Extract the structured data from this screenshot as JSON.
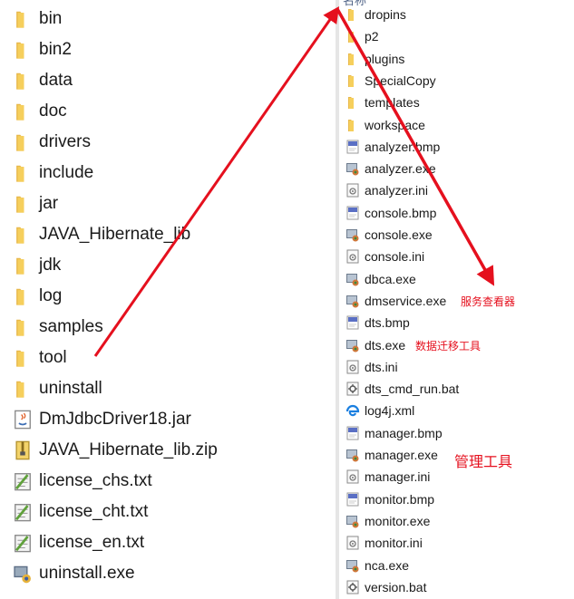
{
  "left_items": [
    {
      "label": "bin",
      "icon": "folder-icon"
    },
    {
      "label": "bin2",
      "icon": "folder-icon"
    },
    {
      "label": "data",
      "icon": "folder-icon"
    },
    {
      "label": "doc",
      "icon": "folder-icon"
    },
    {
      "label": "drivers",
      "icon": "folder-icon"
    },
    {
      "label": "include",
      "icon": "folder-icon"
    },
    {
      "label": "jar",
      "icon": "folder-icon"
    },
    {
      "label": "JAVA_Hibernate_lib",
      "icon": "folder-icon"
    },
    {
      "label": "jdk",
      "icon": "folder-icon"
    },
    {
      "label": "log",
      "icon": "folder-icon"
    },
    {
      "label": "samples",
      "icon": "folder-icon"
    },
    {
      "label": "tool",
      "icon": "folder-icon"
    },
    {
      "label": "uninstall",
      "icon": "folder-icon"
    },
    {
      "label": "DmJdbcDriver18.jar",
      "icon": "java-jar-icon"
    },
    {
      "label": "JAVA_Hibernate_lib.zip",
      "icon": "zip-archive-icon"
    },
    {
      "label": "license_chs.txt",
      "icon": "text-file-icon"
    },
    {
      "label": "license_cht.txt",
      "icon": "text-file-icon"
    },
    {
      "label": "license_en.txt",
      "icon": "text-file-icon"
    },
    {
      "label": "uninstall.exe",
      "icon": "installer-exe-icon"
    }
  ],
  "right_header": "名称",
  "right_items": [
    {
      "label": "dropins",
      "icon": "folder-icon"
    },
    {
      "label": "p2",
      "icon": "folder-icon"
    },
    {
      "label": "plugins",
      "icon": "folder-icon"
    },
    {
      "label": "SpecialCopy",
      "icon": "folder-icon"
    },
    {
      "label": "templates",
      "icon": "folder-icon"
    },
    {
      "label": "workspace",
      "icon": "folder-icon"
    },
    {
      "label": "analyzer.bmp",
      "icon": "bitmap-file-icon"
    },
    {
      "label": "analyzer.exe",
      "icon": "application-exe-icon"
    },
    {
      "label": "analyzer.ini",
      "icon": "config-ini-icon"
    },
    {
      "label": "console.bmp",
      "icon": "bitmap-file-icon"
    },
    {
      "label": "console.exe",
      "icon": "application-exe-icon"
    },
    {
      "label": "console.ini",
      "icon": "config-ini-icon"
    },
    {
      "label": "dbca.exe",
      "icon": "application-exe-icon"
    },
    {
      "label": "dmservice.exe",
      "icon": "application-exe-icon"
    },
    {
      "label": "dts.bmp",
      "icon": "bitmap-file-icon"
    },
    {
      "label": "dts.exe",
      "icon": "application-exe-icon"
    },
    {
      "label": "dts.ini",
      "icon": "config-ini-icon"
    },
    {
      "label": "dts_cmd_run.bat",
      "icon": "batch-file-icon"
    },
    {
      "label": "log4j.xml",
      "icon": "xml-file-icon"
    },
    {
      "label": "manager.bmp",
      "icon": "bitmap-file-icon"
    },
    {
      "label": "manager.exe",
      "icon": "application-exe-icon"
    },
    {
      "label": "manager.ini",
      "icon": "config-ini-icon"
    },
    {
      "label": "monitor.bmp",
      "icon": "bitmap-file-icon"
    },
    {
      "label": "monitor.exe",
      "icon": "application-exe-icon"
    },
    {
      "label": "monitor.ini",
      "icon": "config-ini-icon"
    },
    {
      "label": "nca.exe",
      "icon": "application-exe-icon"
    },
    {
      "label": "version.bat",
      "icon": "batch-file-icon"
    }
  ],
  "annotations": {
    "service_viewer": "服务查看器",
    "data_migration": "数据迁移工具",
    "management_tool": "管理工具"
  },
  "colors": {
    "annotation_red": "#e5101e",
    "folder_yellow": "#f4c542"
  }
}
